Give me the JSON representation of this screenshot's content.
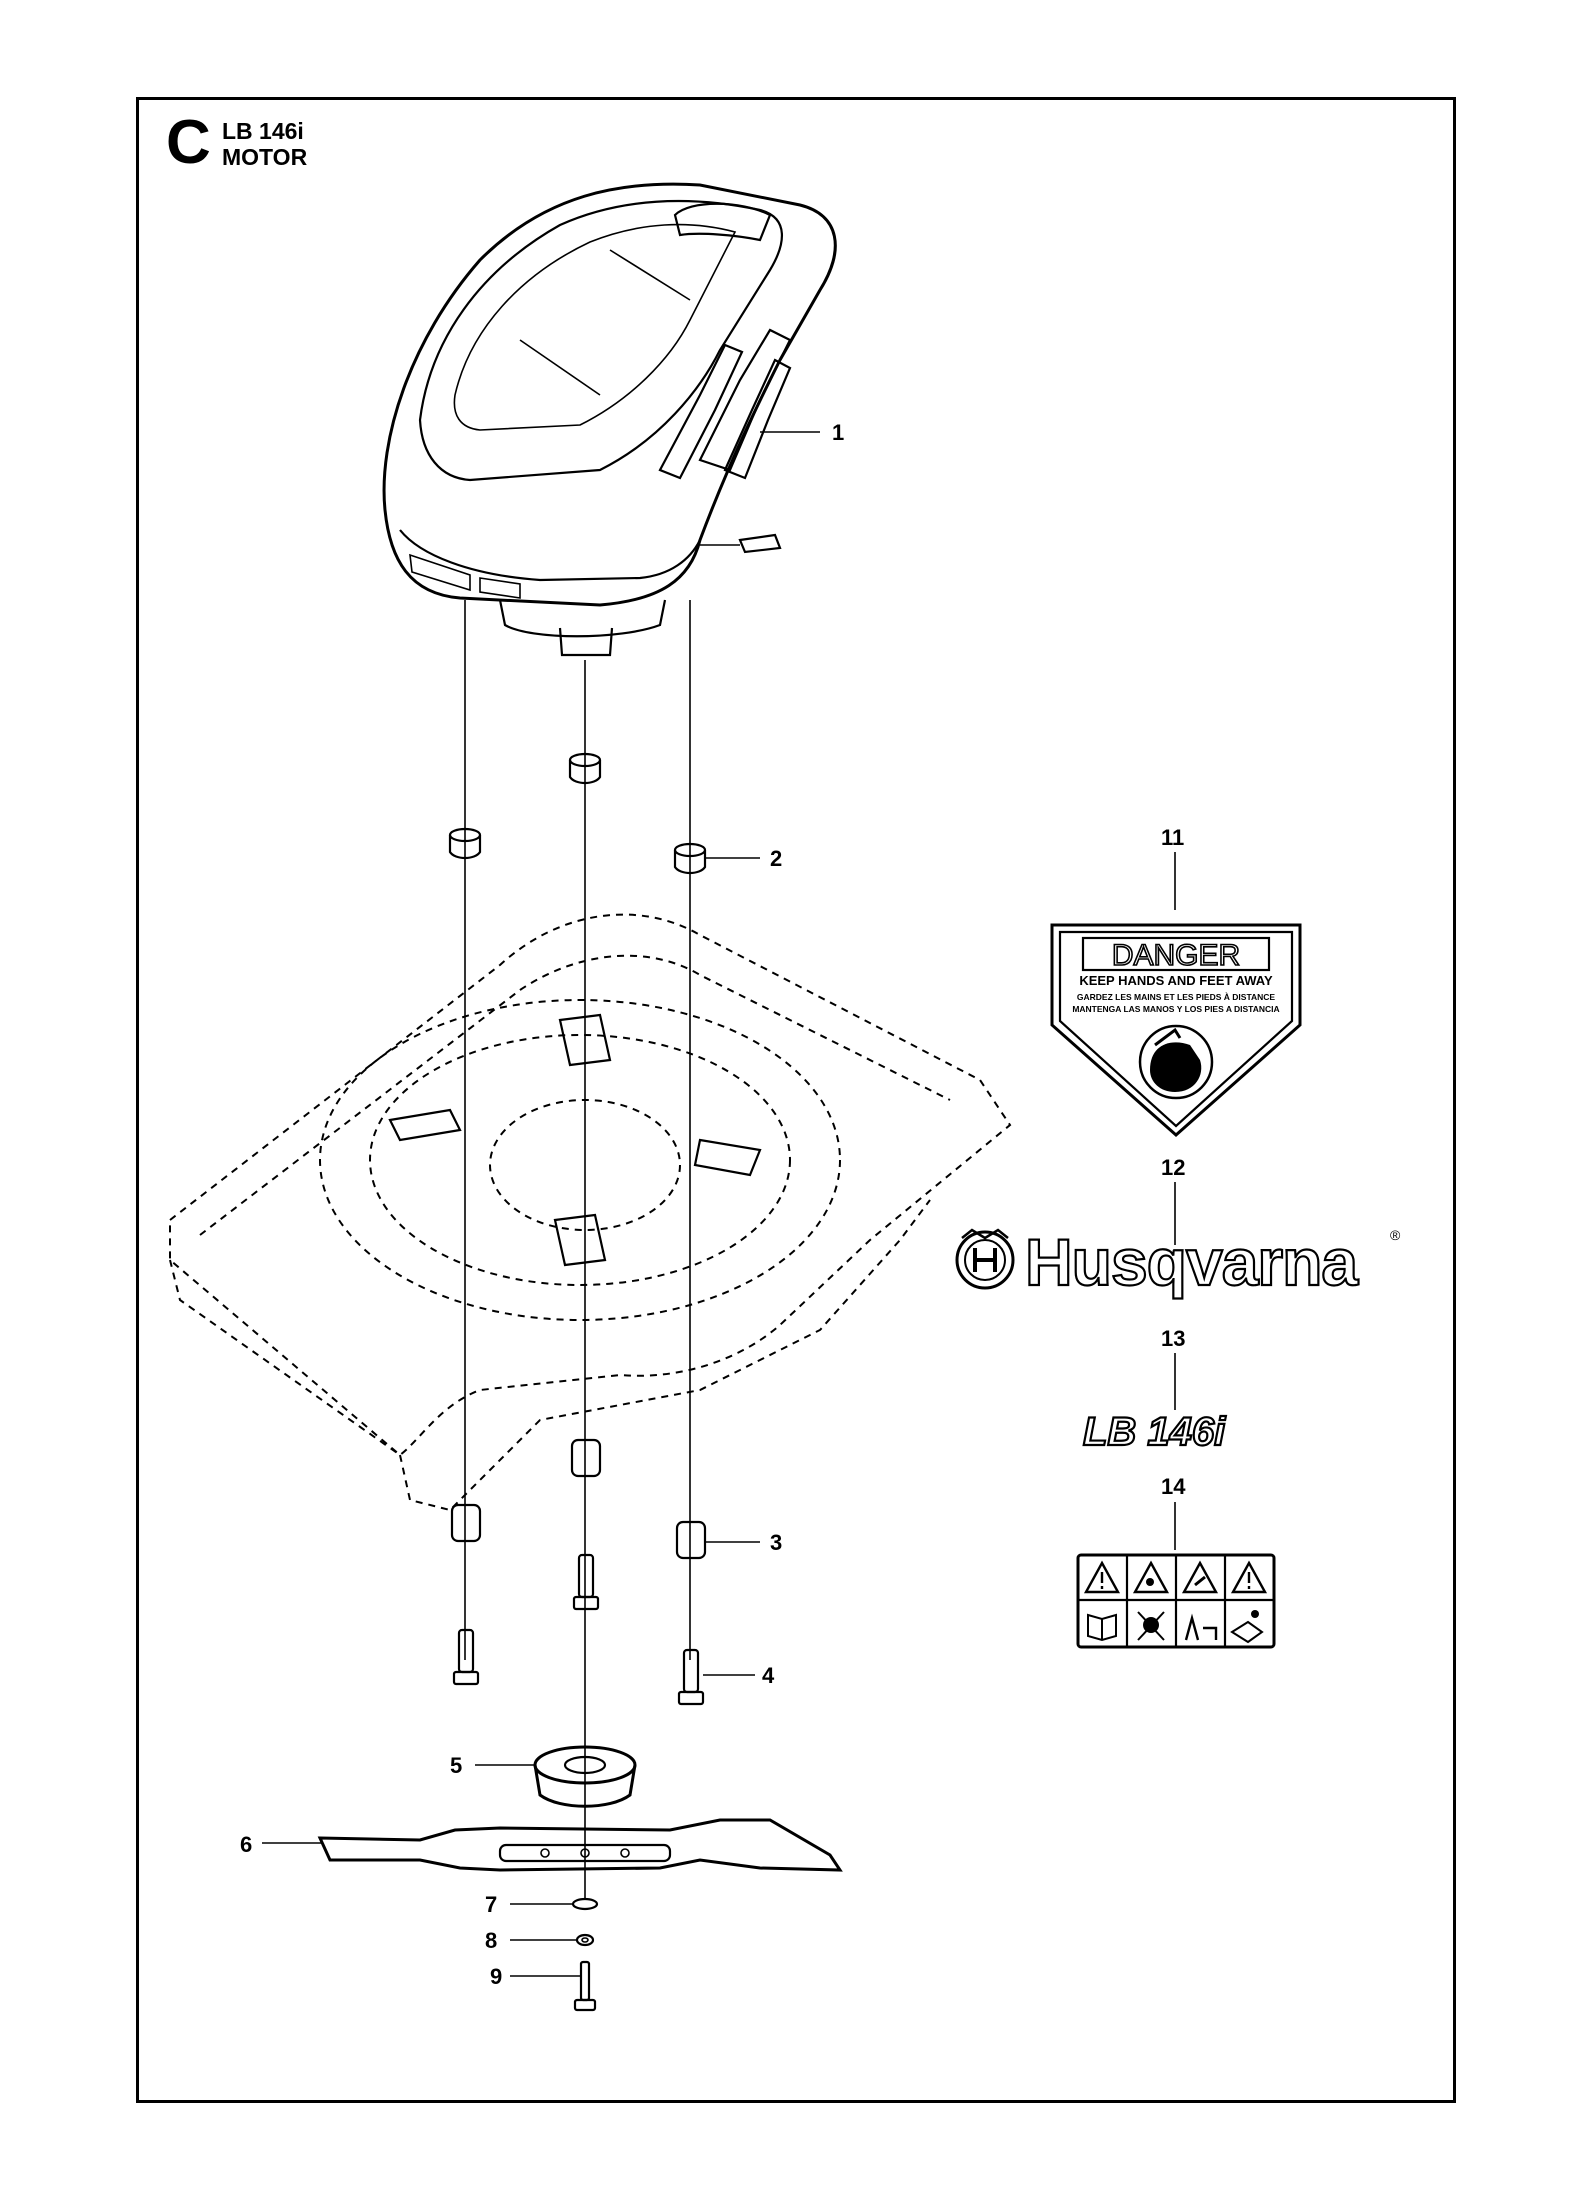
{
  "header": {
    "section_letter": "C",
    "model": "LB 146i",
    "assembly": "MOTOR"
  },
  "callouts": [
    {
      "id": "1",
      "label": "1"
    },
    {
      "id": "2",
      "label": "2"
    },
    {
      "id": "3",
      "label": "3"
    },
    {
      "id": "4",
      "label": "4"
    },
    {
      "id": "5",
      "label": "5"
    },
    {
      "id": "6",
      "label": "6"
    },
    {
      "id": "7",
      "label": "7"
    },
    {
      "id": "8",
      "label": "8"
    },
    {
      "id": "9",
      "label": "9"
    },
    {
      "id": "11",
      "label": "11"
    },
    {
      "id": "12",
      "label": "12"
    },
    {
      "id": "13",
      "label": "13"
    },
    {
      "id": "14",
      "label": "14"
    }
  ],
  "danger_decal": {
    "heading": "DANGER",
    "line1": "KEEP HANDS AND FEET AWAY",
    "line2": "GARDEZ LES MAINS ET LES PIEDS À DISTANCE",
    "line3": "MANTENGA LAS MANOS Y LOS PIES A DISTANCIA",
    "icon": "hand-blade-icon"
  },
  "brand_decal": {
    "text": "Husqvarna",
    "registered": "®"
  },
  "model_decal": {
    "text": "LB 146i"
  },
  "warning_decal": {
    "icons_top": [
      "warning-icon",
      "warning-thrown-objects-icon",
      "warning-hand-blade-icon",
      "warning-icon"
    ],
    "icons_bottom": [
      "read-manual-icon",
      "hearing-protection-icon",
      "disconnect-icon",
      "remove-key-icon"
    ]
  },
  "colors": {
    "ink": "#000000",
    "paper": "#ffffff"
  }
}
